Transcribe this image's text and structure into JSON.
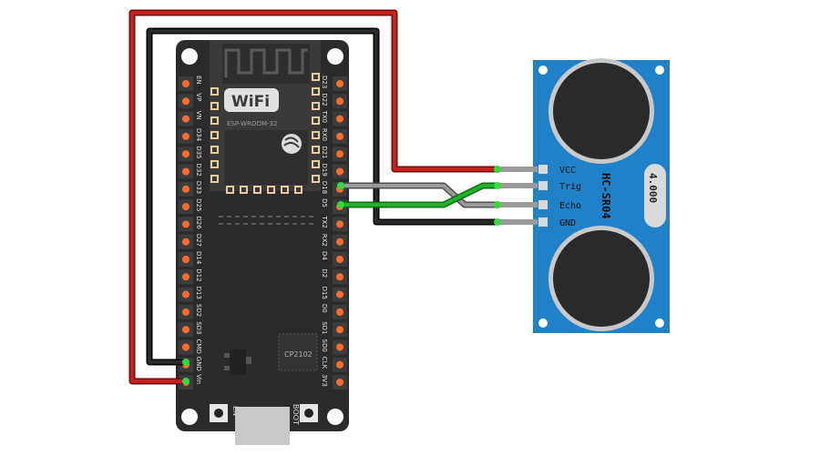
{
  "board": {
    "module_logo": "WiFi",
    "module_name": "ESP-WROOM-32",
    "chip_label": "CP2102",
    "button_en": "EN",
    "button_boot": "BOOT",
    "left_pins": [
      "EN",
      "VP",
      "VN",
      "D34",
      "D35",
      "D32",
      "D33",
      "D25",
      "D26",
      "D27",
      "D14",
      "D12",
      "D13",
      "SD2",
      "SD3",
      "CMD",
      "GND",
      "Vin"
    ],
    "right_pins": [
      "D23",
      "D22",
      "TX0",
      "RX0",
      "D21",
      "D19",
      "D18",
      "D5",
      "TX2",
      "RX2",
      "D4",
      "D2",
      "D15",
      "D0",
      "SD1",
      "SD0",
      "CLK",
      "3V3"
    ]
  },
  "sensor": {
    "model": "HC-SR04",
    "crystal": "4.000",
    "pins": [
      "VCC",
      "Trig",
      "Echo",
      "GND"
    ]
  },
  "colors": {
    "board": "#2b2b2b",
    "sensor_pcb": "#1f82c8",
    "wire_red": "#c81e1e",
    "wire_black": "#1e1e1e",
    "wire_green": "#21b02a",
    "wire_gray": "#8a8a8a"
  }
}
